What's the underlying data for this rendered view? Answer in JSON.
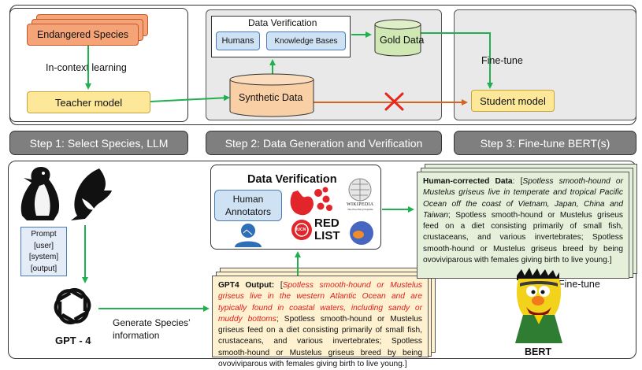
{
  "top": {
    "endangered_species": "Endangered Species",
    "in_context_learning": "In-context learning",
    "teacher_model": "Teacher model",
    "data_verification": "Data Verification",
    "humans": "Humans",
    "knowledge_bases": "Knowledge Bases",
    "gold_data": "Gold Data",
    "synthetic_data": "Synthetic Data",
    "fine_tune": "Fine-tune",
    "student_model": "Student model"
  },
  "steps": {
    "step1": "Step 1: Select Species, LLM",
    "step2": "Step 2: Data Generation and Verification",
    "step3": "Step 3: Fine-tune BERT(s)"
  },
  "bottom": {
    "prompt_lines": [
      "Prompt",
      "[user]",
      "[system]",
      "[output]"
    ],
    "gpt_label": "GPT - 4",
    "generate_label": "Generate Species’ information",
    "verification_title": "Data Verification",
    "human_annotators": "Human Annotators",
    "wikipedia_label": "WIKIPEDIA",
    "wikipedia_sub": "The Free Encyclopedia",
    "redlist_line1": "RED",
    "redlist_line2": "LIST",
    "iucn": "IUCN",
    "gpt4_output": {
      "label": "GPT4 Output:",
      "open": "[",
      "wrong": "Spotless smooth-hound or Mustelus griseus live in the western Atlantic Ocean and are typically found in coastal waters, including sandy or muddy bottoms",
      "rest": "; Spotless smooth-hound or Mustelus griseus feed on a diet consisting primarily of small fish, crustaceans, and various invertebrates; Spotless smooth-hound or Mustelus griseus breed by being ovoviviparous with females giving birth to live young.]"
    },
    "human_corrected": {
      "label": "Human-corrected Data",
      "sep": ": [",
      "fixed": "Spotless smooth-hound or Mustelus griseus live in temperate and tropical Pacific Ocean off the coast of Vietnam, Japan, China and Taiwan",
      "rest": "; Spotless smooth-hound or Mustelus griseus feed on a diet consisting primarily of small fish, crustaceans, and various invertebrates; Spotless smooth-hound or Mustelus griseus breed by being ovoviviparous with females giving birth to live young.]"
    },
    "fine_tune": "Fine-tune",
    "bert_label": "BERT"
  },
  "colors": {
    "arrow_green": "#20b050",
    "arrow_orange": "#d5651e",
    "cross_red": "#e8261e",
    "wrong_text": "#e01b1b"
  }
}
